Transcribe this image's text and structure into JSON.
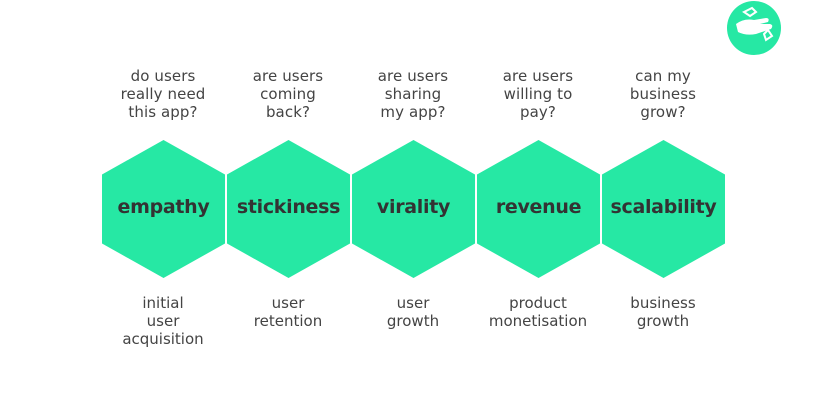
{
  "brand": {
    "accent": "#26e8a4",
    "logo_icon": "hand-icon"
  },
  "steps": [
    {
      "question": [
        "do users",
        "really need",
        "this app?"
      ],
      "title": "empathy",
      "caption": [
        "initial",
        "user",
        "acquisition"
      ]
    },
    {
      "question": [
        "are users",
        "coming",
        "back?"
      ],
      "title": "stickiness",
      "caption": [
        "user",
        "retention"
      ]
    },
    {
      "question": [
        "are users",
        "sharing",
        "my app?"
      ],
      "title": "virality",
      "caption": [
        "user",
        "growth"
      ]
    },
    {
      "question": [
        "are users",
        "willing to",
        "pay?"
      ],
      "title": "revenue",
      "caption": [
        "product",
        "monetisation"
      ]
    },
    {
      "question": [
        "can my",
        "business",
        "grow?"
      ],
      "title": "scalability",
      "caption": [
        "business",
        "growth"
      ]
    }
  ]
}
